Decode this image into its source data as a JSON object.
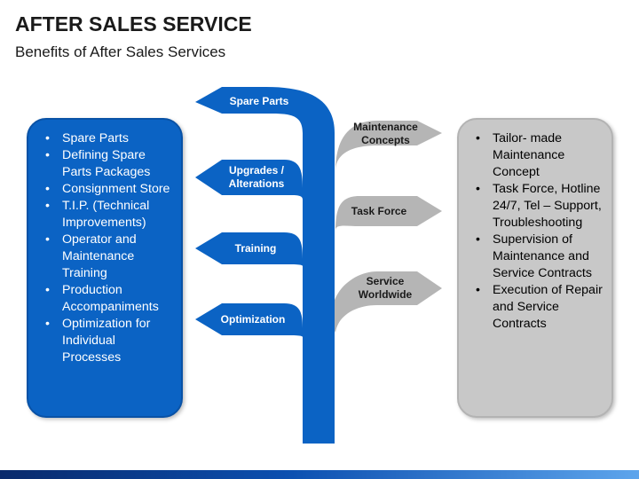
{
  "header": {
    "title": "AFTER SALES SERVICE",
    "subtitle": "Benefits of After Sales Services"
  },
  "colors": {
    "blue": "#0b63c4",
    "gray": "#c8c8c8",
    "gray_arrow": "#b5b5b5"
  },
  "left_panel": {
    "items": [
      "Spare Parts",
      "Defining Spare Parts Packages",
      "Consignment Store",
      "T.I.P. (Technical Improvements)",
      "Operator and Maintenance Training",
      "Production Accompaniments",
      "Optimization for Individual Processes"
    ]
  },
  "right_panel": {
    "items": [
      "Tailor- made Maintenance Concept",
      "Task Force, Hotline 24/7, Tel – Support, Troubleshooting",
      "Supervision of Maintenance and Service Contracts",
      "Execution of Repair and Service Contracts"
    ]
  },
  "blue_arrows": {
    "spare_parts": "Spare Parts",
    "upgrades_line1": "Upgrades /",
    "upgrades_line2": "Alterations",
    "training": "Training",
    "optimization": "Optimization"
  },
  "gray_arrows": {
    "maintenance_line1": "Maintenance",
    "maintenance_line2": "Concepts",
    "task_force": "Task Force",
    "service_line1": "Service",
    "service_line2": "Worldwide"
  }
}
